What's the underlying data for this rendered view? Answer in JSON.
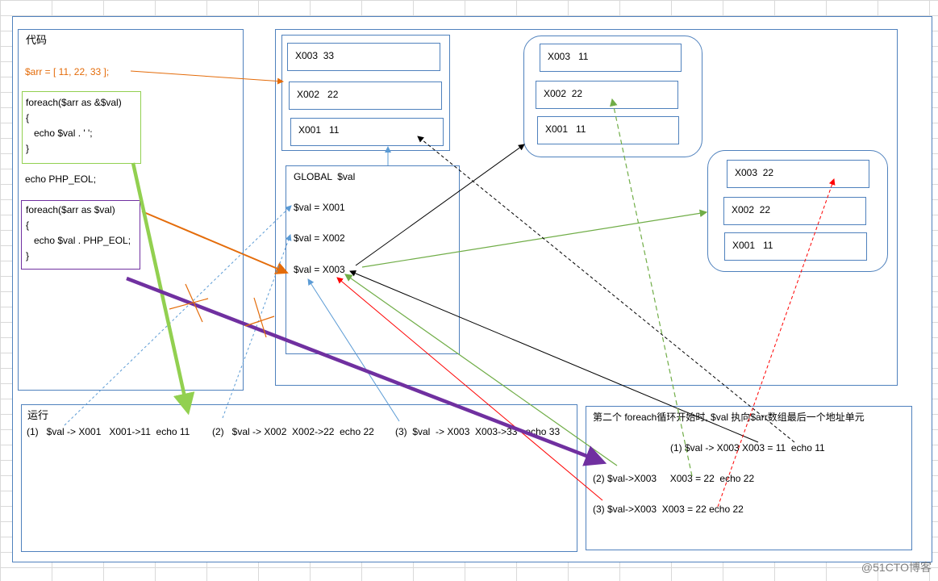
{
  "code_panel": {
    "title": "代码",
    "arr_line": "$arr = [ 11, 22, 33 ];",
    "loop1": [
      "foreach($arr as &$val)",
      "{",
      "   echo $val . ' ';",
      "}"
    ],
    "echo_eol": "echo PHP_EOL;",
    "loop2": [
      "foreach($arr as $val)",
      "{",
      "   echo $val . PHP_EOL;",
      "}"
    ]
  },
  "memory": {
    "arr_cells": [
      "X003  33",
      "X002   22",
      "X001   11"
    ],
    "global": {
      "title": "GLOBAL  $val",
      "rows": [
        "$val = X001",
        "$val = X002",
        "$val = X003"
      ]
    },
    "after_loop1": [
      "X003   11",
      "X002  22",
      "X001   11"
    ],
    "after_loop2": [
      "X003  22",
      "X002  22",
      "X001   11"
    ]
  },
  "run_panel": {
    "title": "运行",
    "steps": [
      "(1)   $val -> X001   X001->11  echo 11",
      "(2)   $val -> X002  X002->22  echo 22",
      "(3)  $val  -> X003  X003->33   echo 33"
    ]
  },
  "second_panel": {
    "title": "第二个 foreach循环开始时, $val 执向$arr数组最后一个地址单元",
    "steps": [
      "(1) $val -> X003 X003 = 11  echo 11",
      "(2) $val->X003     X003 = 22  echo 22",
      "(3) $val->X003  X003 = 22 echo 22"
    ]
  },
  "watermark": "@51CTO博客",
  "colors": {
    "box_border": "#4f81bd",
    "orange": "#e46c0a",
    "green_thick": "#92d050",
    "purple": "#7030a0",
    "green_line": "#70ad47",
    "red_line": "#ff0000",
    "blue_dash": "#5b9bd5",
    "grid": "#d9d9d9"
  }
}
